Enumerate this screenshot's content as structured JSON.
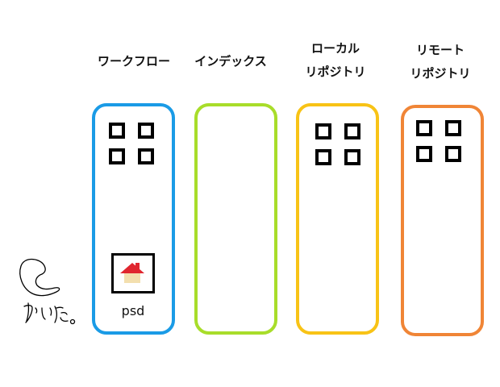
{
  "colors": {
    "workflow": "#1a9be6",
    "index": "#a8dd2a",
    "local_repository": "#f8c316",
    "remote_repository": "#f08536"
  },
  "columns": [
    {
      "id": "workflow",
      "title_lines": [
        "ワークフロー"
      ],
      "has_files": true
    },
    {
      "id": "index",
      "title_lines": [
        "インデックス"
      ],
      "has_files": false
    },
    {
      "id": "local_repository",
      "title_lines": [
        "ローカル",
        "リポジトリ"
      ],
      "has_files": true
    },
    {
      "id": "remote_repository",
      "title_lines": [
        "リモート",
        "リポジトリ"
      ],
      "has_files": true
    }
  ],
  "file": {
    "icon": "house-icon",
    "label": "psd"
  },
  "doodle": {
    "icon": "handwritten-doodle",
    "text": "かいた。"
  }
}
